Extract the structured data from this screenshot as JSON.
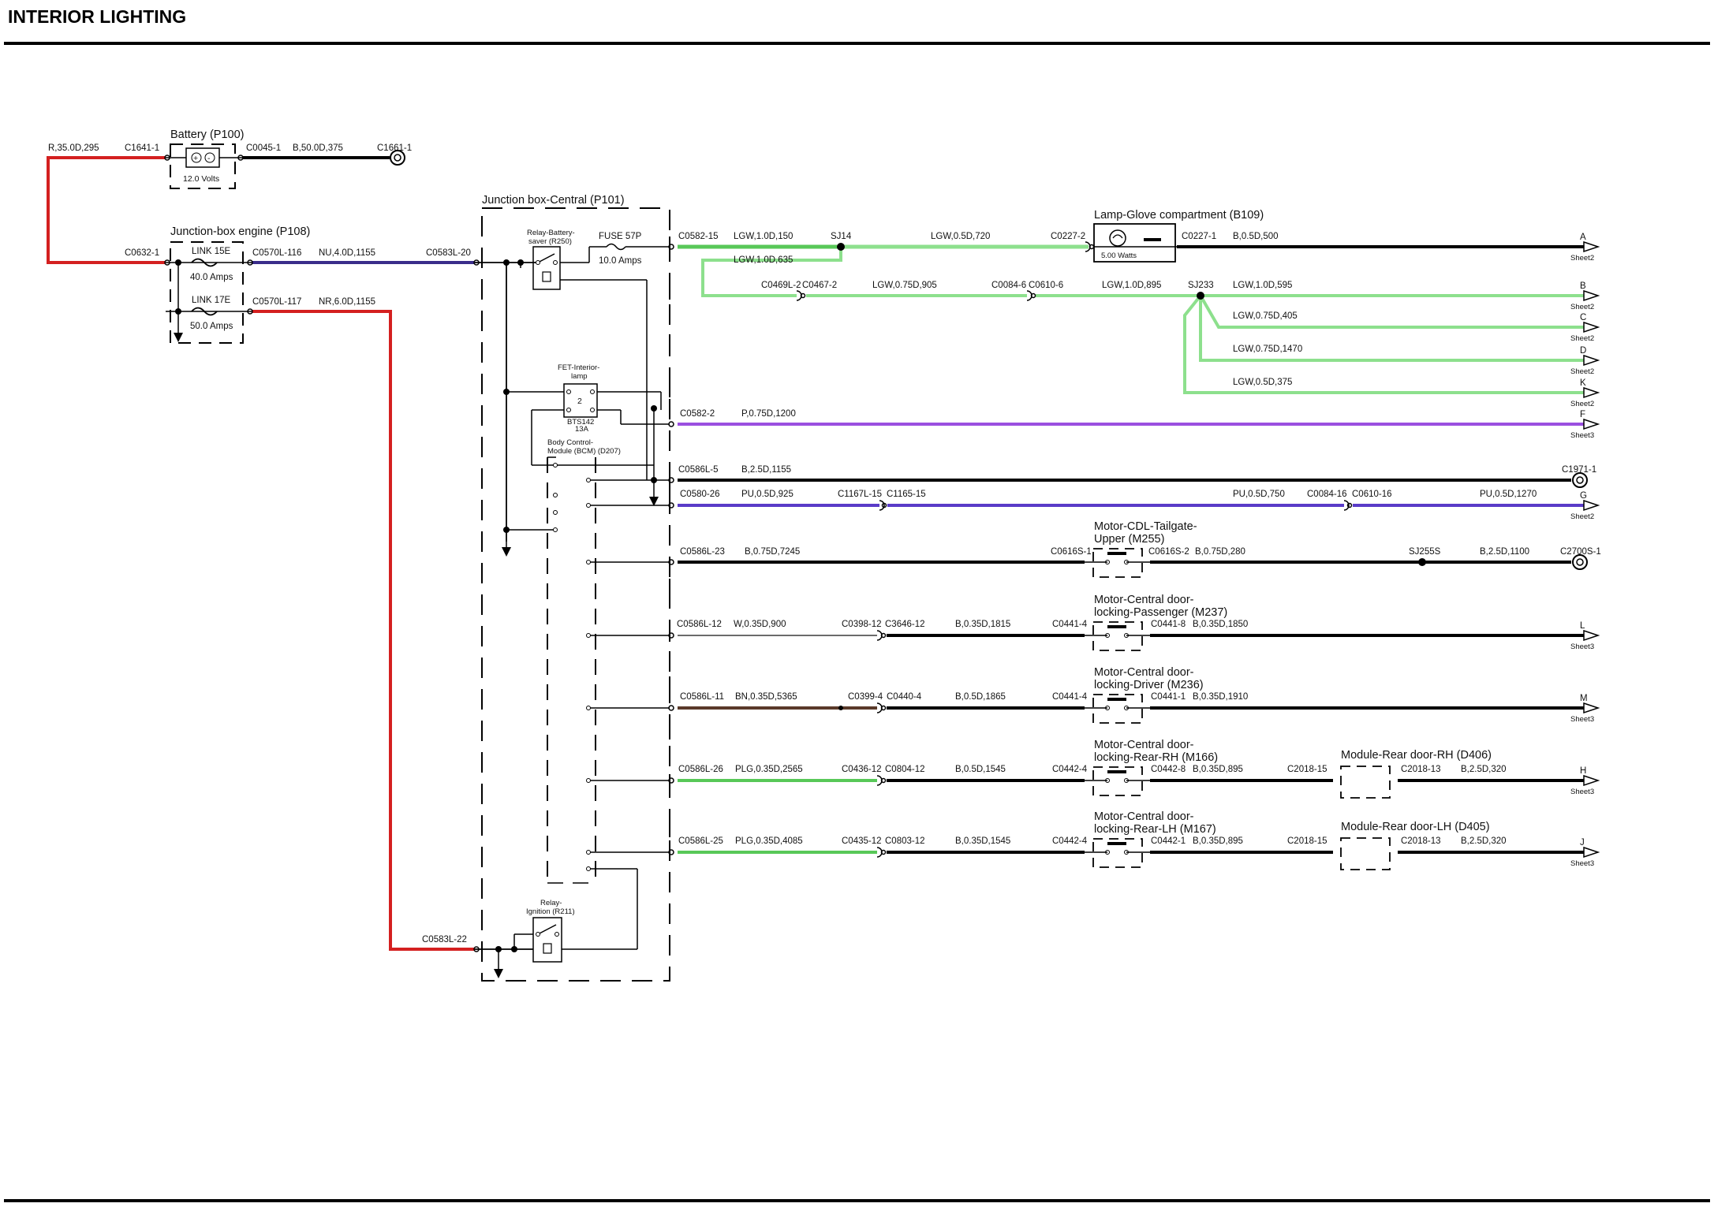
{
  "title": "INTERIOR LIGHTING",
  "colors": {
    "red": "#d42020",
    "navy": "#3a2d8a",
    "green": "#58c858",
    "light_green": "#8de08d",
    "purple": "#9b4fe0",
    "violet": "#5a3bc8",
    "brown": "#5a3a2a",
    "black": "#000000"
  },
  "components": {
    "battery": "Battery (P100)",
    "battery_volts": "12.0 Volts",
    "jb_engine": "Junction-box engine (P108)",
    "link15e": "LINK 15E",
    "link15e_amps": "40.0 Amps",
    "link17e": "LINK 17E",
    "link17e_amps": "50.0 Amps",
    "jb_central": "Junction box-Central (P101)",
    "relay_battery_saver_1": "Relay-Battery-",
    "relay_battery_saver_2": "saver (R250)",
    "fuse57p": "FUSE 57P",
    "fuse57p_amps": "10.0 Amps",
    "fet_1": "FET-Interior-",
    "fet_2": "lamp",
    "fet_pin": "2",
    "fet_part": "BTS142",
    "fet_amps": "13A",
    "bcm_1": "Body Control-",
    "bcm_2": "Module (BCM) (D207)",
    "relay_ignition_1": "Relay-",
    "relay_ignition_2": "Ignition (R211)",
    "lamp_glove": "Lamp-Glove compartment (B109)",
    "lamp_watts": "5.00 Watts",
    "motor_tailgate_1": "Motor-CDL-Tailgate-",
    "motor_tailgate_2": "Upper (M255)",
    "motor_pass_1": "Motor-Central door-",
    "motor_pass_2": "locking-Passenger (M237)",
    "motor_driver_1": "Motor-Central door-",
    "motor_driver_2": "locking-Driver (M236)",
    "motor_rrh_1": "Motor-Central door-",
    "motor_rrh_2": "locking-Rear-RH (M166)",
    "motor_rlh_1": "Motor-Central door-",
    "motor_rlh_2": "locking-Rear-LH (M167)",
    "module_rrh": "Module-Rear door-RH (D406)",
    "module_rlh": "Module-Rear door-LH (D405)"
  },
  "labels": {
    "r_wire": "R,35.0D,295",
    "c1641": "C1641-1",
    "c0045": "C0045-1",
    "b50": "B,50.0D,375",
    "c1661": "C1661-1",
    "c0632": "C0632-1",
    "c0570_116": "C0570L-116",
    "nu4": "NU,4.0D,1155",
    "c0583_20": "C0583L-20",
    "c0570_117": "C0570L-117",
    "nr6": "NR,6.0D,1155",
    "c0583_22": "C0583L-22",
    "c0582_15": "C0582-15",
    "lgw10_150": "LGW,1.0D,150",
    "sj14": "SJ14",
    "lgw05_720": "LGW,0.5D,720",
    "c0227_2": "C0227-2",
    "c0227_1": "C0227-1",
    "b05_500": "B,0.5D,500",
    "lgw10_635": "LGW,1.0D,635",
    "c0469_2": "C0469L-2",
    "c0467_2": "C0467-2",
    "lgw075_905": "LGW,0.75D,905",
    "c0084_6": "C0084-6",
    "c0610_6": "C0610-6",
    "lgw10_895": "LGW,1.0D,895",
    "sj233": "SJ233",
    "lgw10_595": "LGW,1.0D,595",
    "lgw075_405": "LGW,0.75D,405",
    "lgw075_1470": "LGW,0.75D,1470",
    "lgw05_375": "LGW,0.5D,375",
    "c0582_2": "C0582-2",
    "p075_1200": "P,0.75D,1200",
    "c0586_5": "C0586L-5",
    "b25_1155": "B,2.5D,1155",
    "c1971": "C1971-1",
    "c0580_26": "C0580-26",
    "pu05_925": "PU,0.5D,925",
    "c1167_15": "C1167L-15",
    "c1165_15": "C1165-15",
    "pu05_750": "PU,0.5D,750",
    "c0084_16": "C0084-16",
    "c0610_16": "C0610-16",
    "pu05_1270": "PU,0.5D,1270",
    "c0586_23": "C0586L-23",
    "b075_7245": "B,0.75D,7245",
    "c0616s_1": "C0616S-1",
    "c0616s_2": "C0616S-2",
    "b075_280": "B,0.75D,280",
    "sj255s": "SJ255S",
    "b25_1100": "B,2.5D,1100",
    "c2700s": "C2700S-1",
    "c0586_12": "C0586L-12",
    "w035_900": "W,0.35D,900",
    "c0398_12": "C0398-12",
    "c3646_12": "C3646-12",
    "b035_1815": "B,0.35D,1815",
    "c0441_4a": "C0441-4",
    "c0441_8": "C0441-8",
    "b035_1850": "B,0.35D,1850",
    "c0586_11": "C0586L-11",
    "bn035_5365": "BN,0.35D,5365",
    "c0399_4": "C0399-4",
    "c0440_4": "C0440-4",
    "b05_1865": "B,0.5D,1865",
    "c0441_4b": "C0441-4",
    "c0441_1": "C0441-1",
    "b035_1910": "B,0.35D,1910",
    "c0586_26": "C0586L-26",
    "plg035_2565": "PLG,0.35D,2565",
    "c0436_12": "C0436-12",
    "c0804_12": "C0804-12",
    "b05_1545": "B,0.5D,1545",
    "c0442_4a": "C0442-4",
    "c0442_8": "C0442-8",
    "b035_895a": "B,0.35D,895",
    "c2018_15a": "C2018-15",
    "c2018_13a": "C2018-13",
    "b25_320a": "B,2.5D,320",
    "c0586_25": "C0586L-25",
    "plg035_4085": "PLG,0.35D,4085",
    "c0435_12": "C0435-12",
    "c0803_12": "C0803-12",
    "b035_1545": "B,0.35D,1545",
    "c0442_4b": "C0442-4",
    "c0442_1": "C0442-1",
    "b035_895b": "B,0.35D,895",
    "c2018_15b": "C2018-15",
    "c2018_13b": "C2018-13",
    "b25_320b": "B,2.5D,320"
  },
  "terminals": [
    {
      "letter": "A",
      "sheet": "Sheet2"
    },
    {
      "letter": "B",
      "sheet": "Sheet2"
    },
    {
      "letter": "C",
      "sheet": "Sheet2"
    },
    {
      "letter": "D",
      "sheet": "Sheet2"
    },
    {
      "letter": "K",
      "sheet": "Sheet2"
    },
    {
      "letter": "F",
      "sheet": "Sheet3"
    },
    {
      "letter": "G",
      "sheet": "Sheet2"
    },
    {
      "letter": "L",
      "sheet": "Sheet3"
    },
    {
      "letter": "M",
      "sheet": "Sheet3"
    },
    {
      "letter": "H",
      "sheet": "Sheet3"
    },
    {
      "letter": "J",
      "sheet": "Sheet3"
    }
  ]
}
